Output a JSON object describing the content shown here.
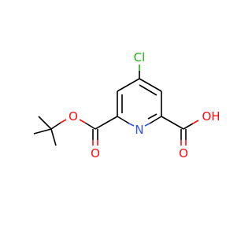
{
  "molecule": {
    "atoms": {
      "chlorine": {
        "label": "Cl",
        "color": "#1fb012"
      },
      "ring_nitrogen": {
        "label": "N",
        "color": "#3050f8"
      },
      "ester_ether_oxygen": {
        "label": "O",
        "color": "#ff0d0d"
      },
      "ester_carbonyl_oxygen": {
        "label": "O",
        "color": "#ff0d0d"
      },
      "acid_carbonyl_oxygen": {
        "label": "O",
        "color": "#ff0d0d"
      },
      "acid_hydroxyl": {
        "label": "OH",
        "color": "#ff0d0d"
      }
    }
  }
}
